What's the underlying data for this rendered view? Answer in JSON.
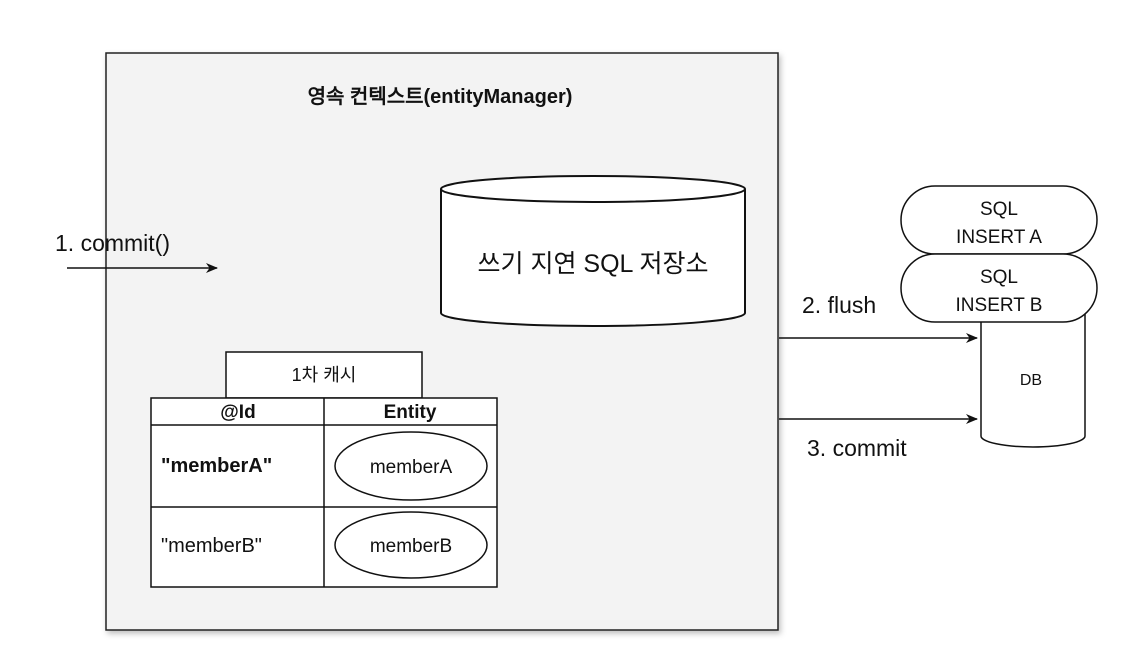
{
  "context": {
    "title": "영속 컨텍스트(entityManager)"
  },
  "store": {
    "label": "쓰기 지연 SQL 저장소"
  },
  "cache": {
    "title": "1차 캐시",
    "headers": [
      "@Id",
      "Entity"
    ],
    "rows": [
      {
        "id": "\"memberA\"",
        "entity": "memberA"
      },
      {
        "id": "\"memberB\"",
        "entity": "memberB"
      }
    ]
  },
  "sql": [
    {
      "line1": "SQL",
      "line2": "INSERT A"
    },
    {
      "line1": "SQL",
      "line2": "INSERT B"
    }
  ],
  "db": {
    "label": "DB"
  },
  "steps": {
    "commit_in": "1. commit()",
    "flush": "2. flush",
    "commit_db": "3. commit"
  },
  "colors": {
    "context_fill": "#f3f3f3",
    "stroke": "#111111",
    "background": "#ffffff"
  }
}
